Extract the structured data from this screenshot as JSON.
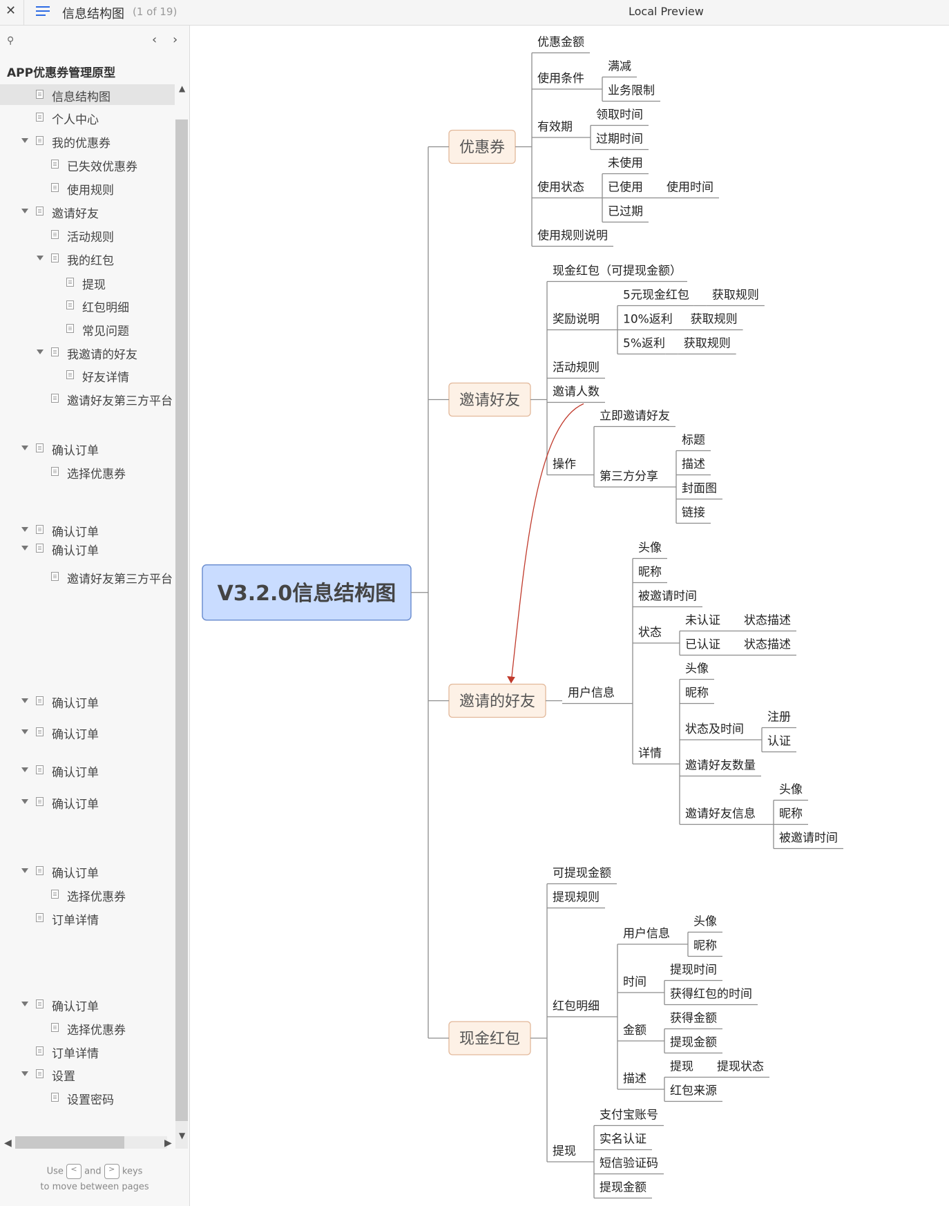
{
  "topbar": {
    "close_icon": "close-icon",
    "page_title": "信息结构图",
    "page_count": "(1 of 19)",
    "center_label": "Local Preview"
  },
  "sidebar": {
    "project": "APP优惠券管理原型",
    "items": [
      {
        "label": "信息结构图",
        "level": 0,
        "caret": false,
        "active": true
      },
      {
        "label": "个人中心",
        "level": 0,
        "caret": false
      },
      {
        "label": "我的优惠券",
        "level": 0,
        "caret": true
      },
      {
        "label": "已失效优惠券",
        "level": 1,
        "caret": false
      },
      {
        "label": "使用规则",
        "level": 1,
        "caret": false
      },
      {
        "label": "邀请好友",
        "level": 0,
        "caret": true
      },
      {
        "label": "活动规则",
        "level": 1,
        "caret": false
      },
      {
        "label": "我的红包",
        "level": 1,
        "caret": true
      },
      {
        "label": "提现",
        "level": 2,
        "caret": false
      },
      {
        "label": "红包明细",
        "level": 2,
        "caret": false
      },
      {
        "label": "常见问题",
        "level": 2,
        "caret": false
      },
      {
        "label": "我邀请的好友",
        "level": 1,
        "caret": true
      },
      {
        "label": "好友详情",
        "level": 2,
        "caret": false
      },
      {
        "label": "邀请好友第三方平台",
        "level": 1,
        "caret": false
      },
      {
        "label": "确认订单",
        "level": 0,
        "caret": true
      },
      {
        "label": "选择优惠券",
        "level": 1,
        "caret": false
      },
      {
        "label": "确认订单",
        "level": 0,
        "caret": true
      },
      {
        "label": "确认订单",
        "level": 0,
        "caret": true
      },
      {
        "label": "邀请好友第三方平台",
        "level": 1,
        "caret": false
      },
      {
        "label": "确认订单",
        "level": 0,
        "caret": true
      },
      {
        "label": "确认订单",
        "level": 0,
        "caret": true
      },
      {
        "label": "确认订单",
        "level": 0,
        "caret": true
      },
      {
        "label": "确认订单",
        "level": 0,
        "caret": true
      },
      {
        "label": "确认订单",
        "level": 0,
        "caret": true
      },
      {
        "label": "选择优惠券",
        "level": 1,
        "caret": false
      },
      {
        "label": "订单详情",
        "level": 0,
        "caret": false
      },
      {
        "label": "确认订单",
        "level": 0,
        "caret": true
      },
      {
        "label": "选择优惠券",
        "level": 1,
        "caret": false
      },
      {
        "label": "订单详情",
        "level": 0,
        "caret": false
      },
      {
        "label": "设置",
        "level": 0,
        "caret": true
      },
      {
        "label": "设置密码",
        "level": 1,
        "caret": false
      }
    ],
    "hint_line1_pre": "Use",
    "hint_key_prev": "<",
    "hint_and": "and",
    "hint_key_next": ">",
    "hint_line1_post": "keys",
    "hint_line2": "to move between pages"
  },
  "mindmap": {
    "root": "V3.2.0信息结构图",
    "colors": {
      "root_fill": "#c9dcff",
      "root_stroke": "#6d8fd0",
      "branch_fill": "#fdf1e6",
      "branch_stroke": "#e2b89a",
      "line": "#8c8c8c",
      "arrow": "#c0392b"
    },
    "branches": [
      {
        "label": "优惠券",
        "children": [
          {
            "label": "优惠金额"
          },
          {
            "label": "使用条件",
            "children": [
              {
                "label": "满减"
              },
              {
                "label": "业务限制"
              }
            ]
          },
          {
            "label": "有效期",
            "children": [
              {
                "label": "领取时间"
              },
              {
                "label": "过期时间"
              }
            ]
          },
          {
            "label": "使用状态",
            "children": [
              {
                "label": "未使用"
              },
              {
                "label": "已使用",
                "children": [
                  {
                    "label": "使用时间"
                  }
                ]
              },
              {
                "label": "已过期"
              }
            ]
          },
          {
            "label": "使用规则说明"
          }
        ]
      },
      {
        "label": "邀请好友",
        "children": [
          {
            "label": "现金红包（可提现金额）"
          },
          {
            "label": "奖励说明",
            "children": [
              {
                "label": "5元现金红包",
                "children": [
                  {
                    "label": "获取规则"
                  }
                ]
              },
              {
                "label": "10%返利",
                "children": [
                  {
                    "label": "获取规则"
                  }
                ]
              },
              {
                "label": "5%返利",
                "children": [
                  {
                    "label": "获取规则"
                  }
                ]
              }
            ]
          },
          {
            "label": "活动规则"
          },
          {
            "label": "邀请人数"
          },
          {
            "label": "操作",
            "children": [
              {
                "label": "立即邀请好友"
              },
              {
                "label": "第三方分享",
                "children": [
                  {
                    "label": "标题"
                  },
                  {
                    "label": "描述"
                  },
                  {
                    "label": "封面图"
                  },
                  {
                    "label": "链接"
                  }
                ]
              }
            ]
          }
        ]
      },
      {
        "label": "邀请的好友",
        "children": [
          {
            "label": "用户信息",
            "children": [
              {
                "label": "头像"
              },
              {
                "label": "昵称"
              },
              {
                "label": "被邀请时间"
              },
              {
                "label": "状态",
                "children": [
                  {
                    "label": "未认证",
                    "children": [
                      {
                        "label": "状态描述"
                      }
                    ]
                  },
                  {
                    "label": "已认证",
                    "children": [
                      {
                        "label": "状态描述"
                      }
                    ]
                  }
                ]
              },
              {
                "label": "详情",
                "children": [
                  {
                    "label": "头像"
                  },
                  {
                    "label": "昵称"
                  },
                  {
                    "label": "状态及时间",
                    "children": [
                      {
                        "label": "注册"
                      },
                      {
                        "label": "认证"
                      }
                    ]
                  },
                  {
                    "label": "邀请好友数量"
                  },
                  {
                    "label": "邀请好友信息",
                    "children": [
                      {
                        "label": "头像"
                      },
                      {
                        "label": "昵称"
                      },
                      {
                        "label": "被邀请时间"
                      }
                    ]
                  }
                ]
              }
            ]
          }
        ]
      },
      {
        "label": "现金红包",
        "children": [
          {
            "label": "可提现金额"
          },
          {
            "label": "提现规则"
          },
          {
            "label": "红包明细",
            "children": [
              {
                "label": "用户信息",
                "children": [
                  {
                    "label": "头像"
                  },
                  {
                    "label": "昵称"
                  }
                ]
              },
              {
                "label": "时间",
                "children": [
                  {
                    "label": "提现时间"
                  },
                  {
                    "label": "获得红包的时间"
                  }
                ]
              },
              {
                "label": "金额",
                "children": [
                  {
                    "label": "获得金额"
                  },
                  {
                    "label": "提现金额"
                  }
                ]
              },
              {
                "label": "描述",
                "children": [
                  {
                    "label": "提现",
                    "children": [
                      {
                        "label": "提现状态"
                      }
                    ]
                  },
                  {
                    "label": "红包来源"
                  }
                ]
              }
            ]
          },
          {
            "label": "提现",
            "children": [
              {
                "label": "支付宝账号"
              },
              {
                "label": "实名认证"
              },
              {
                "label": "短信验证码"
              },
              {
                "label": "提现金额"
              }
            ]
          }
        ]
      }
    ]
  }
}
